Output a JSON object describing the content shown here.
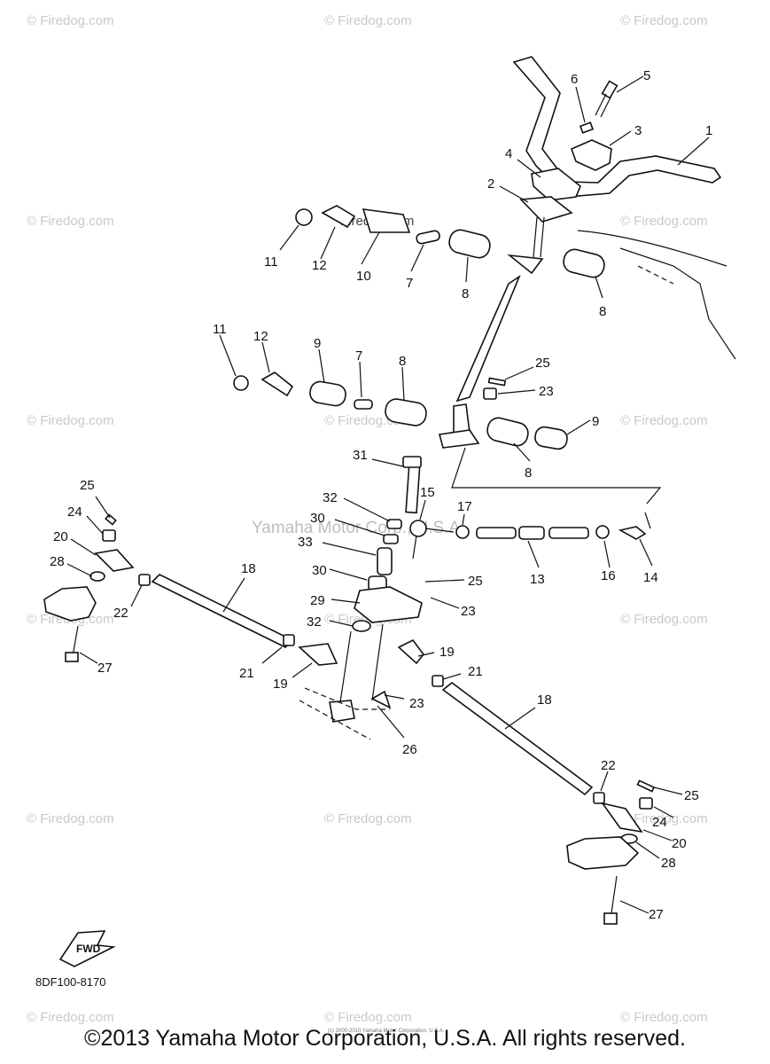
{
  "diagram": {
    "watermarks": [
      "© Firedog.com",
      "Firedog.com"
    ],
    "center_watermark": "Yamaha Motor Corp., U.S.A.",
    "fwd_label": "FWD",
    "drawing_code": "8DF100-8170",
    "tiny_notice": "(c) 2000-2010 Yamaha Motor Corporation, U.S.A.",
    "copyright": "©2013 Yamaha Motor Corporation, U.S.A. All rights reserved.",
    "callouts": [
      "1",
      "2",
      "3",
      "4",
      "5",
      "6",
      "7",
      "8",
      "9",
      "10",
      "11",
      "12",
      "13",
      "14",
      "15",
      "16",
      "17",
      "18",
      "19",
      "20",
      "21",
      "22",
      "23",
      "24",
      "25",
      "26",
      "27",
      "28",
      "29",
      "30",
      "31",
      "32",
      "33"
    ]
  }
}
